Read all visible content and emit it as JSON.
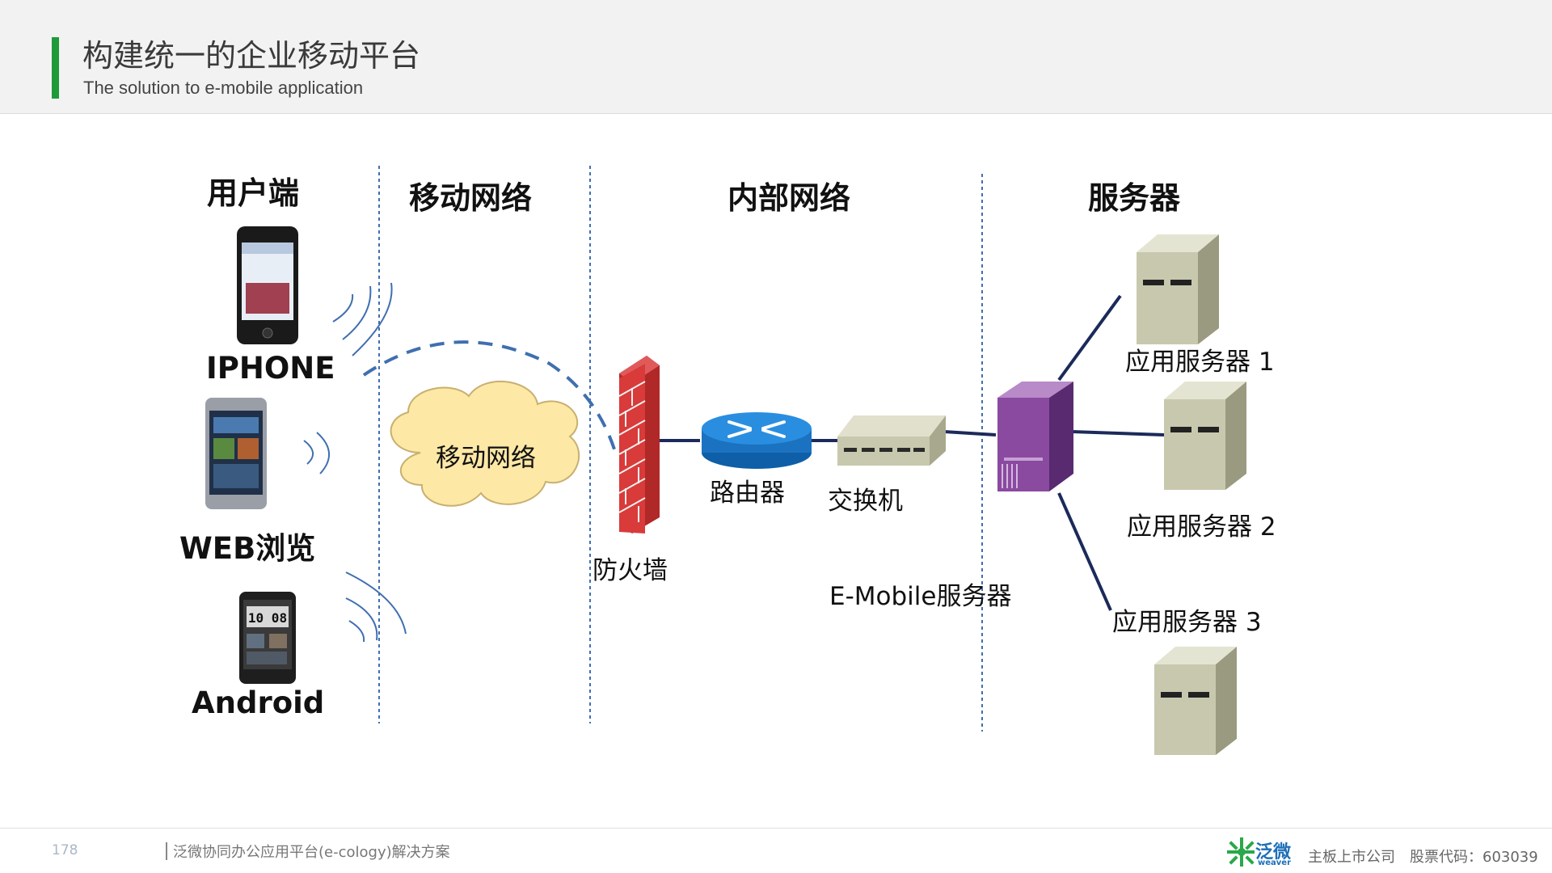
{
  "header": {
    "title": "构建统一的企业移动平台",
    "subtitle": "The solution to e-mobile application"
  },
  "columns": {
    "client": "用户端",
    "mobile_network": "移动网络",
    "internal_network": "内部网络",
    "servers": "服务器"
  },
  "devices": {
    "iphone": "IPHONE",
    "web": "WEB浏览",
    "android": "Android"
  },
  "nodes": {
    "cloud": "移动网络",
    "firewall": "防火墙",
    "router": "路由器",
    "switch": "交换机",
    "emobile_server": "E-Mobile服务器",
    "app_server_1": "应用服务器 1",
    "app_server_2": "应用服务器 2",
    "app_server_3": "应用服务器 3"
  },
  "phone_screen": {
    "clock": "10 08"
  },
  "footer": {
    "page_number": "178",
    "product": "泛微协同办公应用平台(e-cology)解决方案",
    "brand_cn": "泛微",
    "brand_en": "weaver",
    "listed": "主板上市公司",
    "stock_code": "股票代码：603039"
  },
  "colors": {
    "accent": "#1f9a3a",
    "link_line": "#1b2a5a",
    "dashed_arc": "#3f6fb0",
    "cloud_fill": "#fde8a6",
    "router": "#1f7fd0",
    "server_body": "#c8c8ae",
    "emobile_server": "#8a4aa0",
    "firewall": "#d93a3a"
  }
}
